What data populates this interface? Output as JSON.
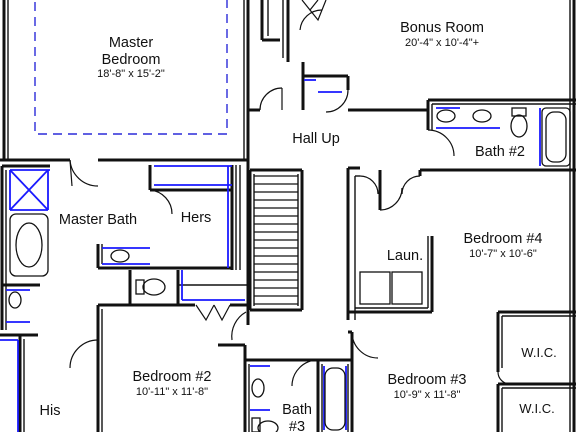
{
  "rooms": {
    "master_bedroom": {
      "name_line1": "Master",
      "name_line2": "Bedroom",
      "dimensions": "18'-8\" x 15'-2\""
    },
    "bonus_room": {
      "name": "Bonus Room",
      "dimensions": "20'-4\" x 10'-4\"+"
    },
    "hall_up": {
      "name": "Hall Up"
    },
    "bath_2": {
      "name": "Bath #2"
    },
    "master_bath": {
      "name": "Master Bath"
    },
    "hers": {
      "name": "Hers"
    },
    "bedroom_4": {
      "name": "Bedroom #4",
      "dimensions": "10'-7\" x 10'-6\""
    },
    "laundry": {
      "name": "Laun."
    },
    "wic_1": {
      "name": "W.I.C."
    },
    "wic_2": {
      "name": "W.I.C."
    },
    "bedroom_2": {
      "name": "Bedroom #2",
      "dimensions": "10'-11\" x 11'-8\""
    },
    "bedroom_3": {
      "name": "Bedroom #3",
      "dimensions": "10'-9\" x 11'-8\""
    },
    "bath_3": {
      "name_line1": "Bath",
      "name_line2": "#3"
    },
    "his": {
      "name": "His"
    }
  },
  "colors": {
    "wall": "#111111",
    "accent": "#1a1aff",
    "dashed": "#2b2bd9"
  }
}
